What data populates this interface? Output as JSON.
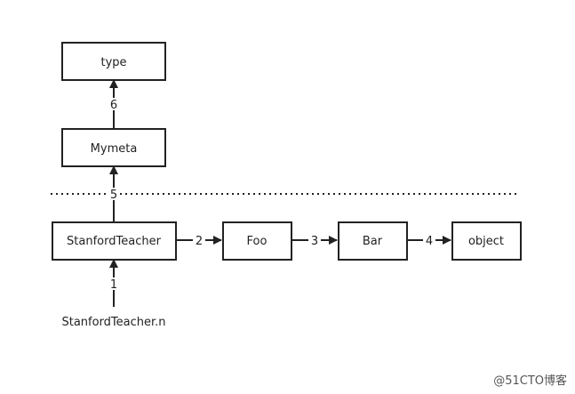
{
  "diagram": {
    "nodes": {
      "type": "type",
      "mymeta": "Mymeta",
      "stanford_teacher": "StanfordTeacher",
      "foo": "Foo",
      "bar": "Bar",
      "object": "object"
    },
    "instance_label": "StanfordTeacher.n",
    "edge_labels": {
      "e1": "1",
      "e2": "2",
      "e3": "3",
      "e4": "4",
      "e5": "5",
      "e6": "6"
    }
  },
  "watermark": "@51CTO博客",
  "colors": {
    "line": "#222222",
    "node_border": "#222222",
    "node_fill": "#ffffff",
    "text": "#222222"
  }
}
